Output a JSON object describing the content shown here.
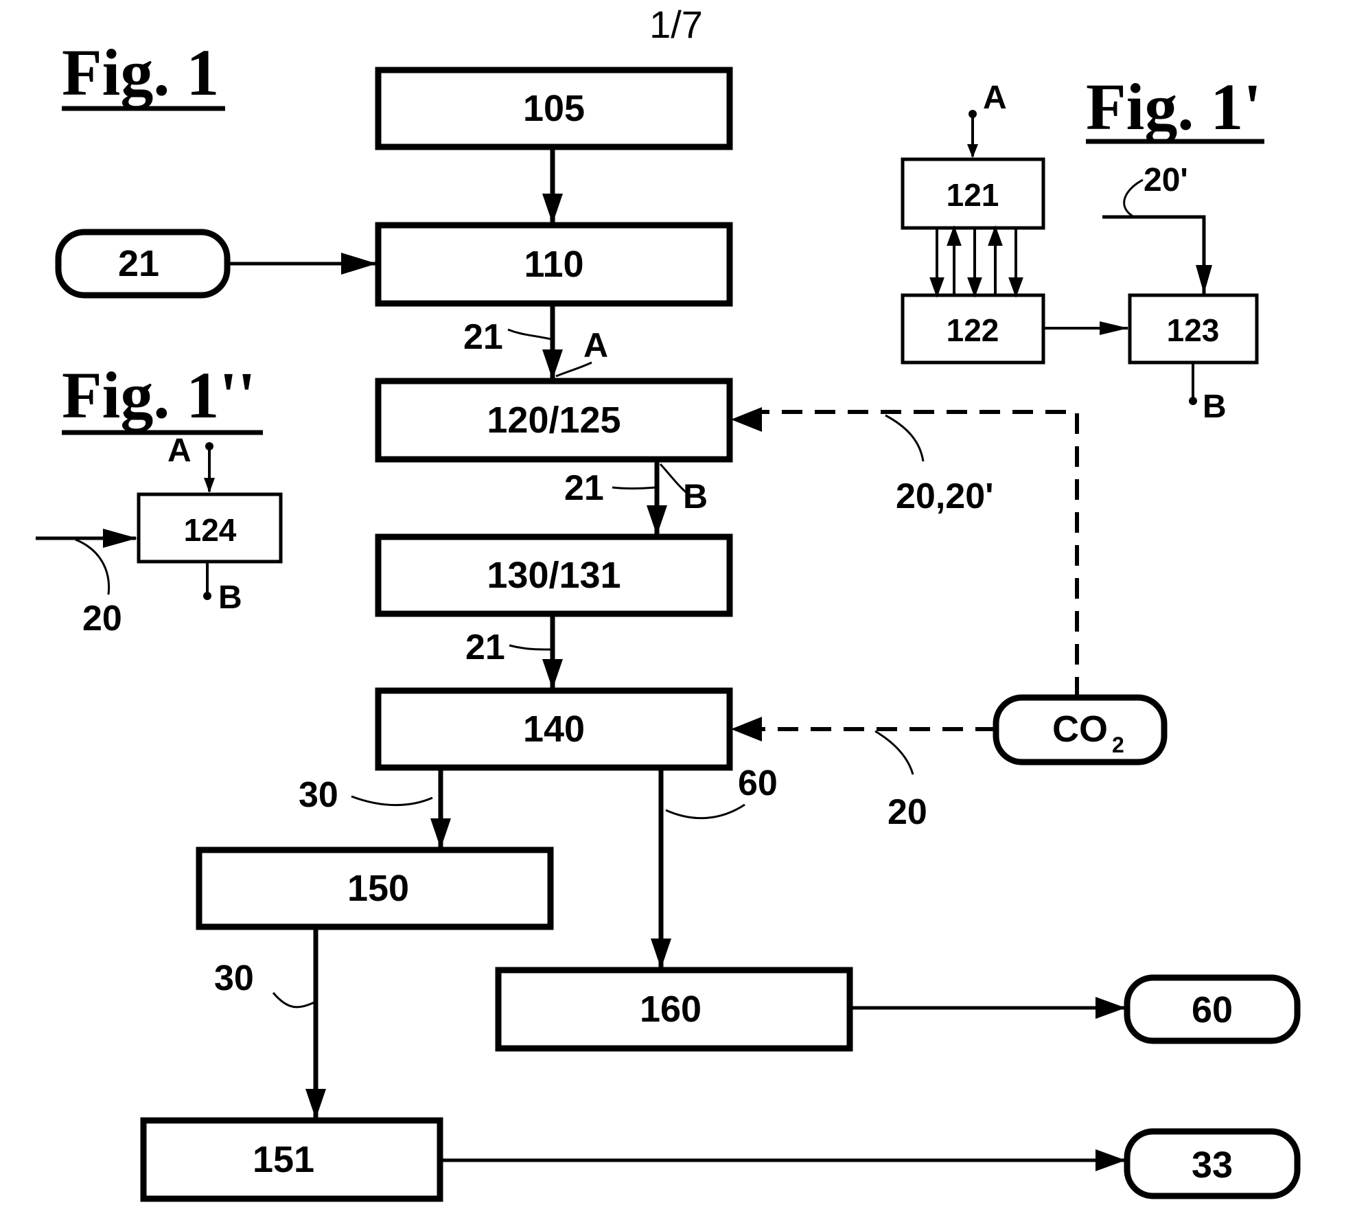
{
  "page_number": "1/7",
  "figures": {
    "fig1": "Fig. 1",
    "fig1_prime": "Fig. 1'",
    "fig1_double_prime": "Fig. 1''"
  },
  "boxes": {
    "b105": "105",
    "b110": "110",
    "b120": "120/125",
    "b130": "130/131",
    "b140": "140",
    "b150": "150",
    "b151": "151",
    "b160": "160",
    "b121": "121",
    "b122": "122",
    "b123": "123",
    "b124": "124"
  },
  "terminals": {
    "t21": "21",
    "tco2": "CO",
    "tco2_sub": "2",
    "t60": "60",
    "t33": "33"
  },
  "stream_labels": {
    "s21_a": "21",
    "s21_b": "21",
    "s21_c": "21",
    "s20_20p": "20,20'",
    "s20_main": "20",
    "s30_a": "30",
    "s30_b": "30",
    "s60": "60",
    "s20p_fig1p": "20'",
    "s20_fig1pp": "20"
  },
  "connectors": {
    "a_main": "A",
    "b_main": "B",
    "a_fig1p": "A",
    "b_fig1p": "B",
    "a_fig1pp": "A",
    "b_fig1pp": "B"
  }
}
